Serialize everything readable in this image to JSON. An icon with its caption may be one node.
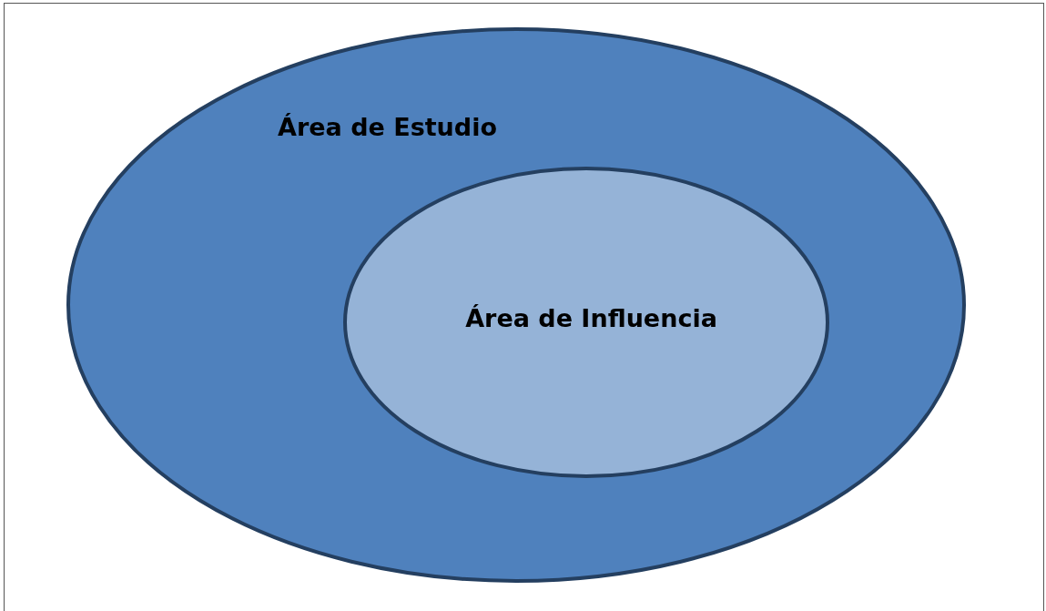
{
  "diagram": {
    "nodes": [
      {
        "text": [
          "Área de Estudio"
        ]
      },
      {
        "text": [
          "Área de Influencia"
        ],
        "in": 0
      }
    ]
  }
}
